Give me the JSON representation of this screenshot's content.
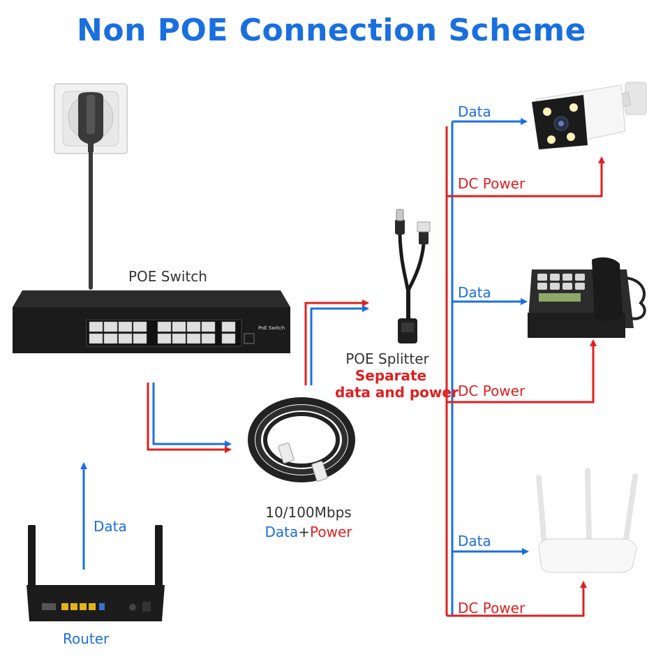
{
  "title": "Non POE Connection Scheme",
  "labels": {
    "poe_switch": "POE Switch",
    "switch_badge": "PoE Switch",
    "poe_splitter": "POE Splitter",
    "splitter_note_line1": "Separate",
    "splitter_note_line2": "data and power",
    "cable_speed": "10/100Mbps",
    "cable_data": "Data",
    "cable_plus": "+",
    "cable_power": "Power",
    "router_data": "Data",
    "router": "Router",
    "camera_data": "Data",
    "camera_power": "DC Power",
    "phone_data": "Data",
    "phone_power": "DC Power",
    "ap_data": "Data",
    "ap_power": "DC Power"
  },
  "colors": {
    "data": "#1a6fe0",
    "power": "#e01f1f",
    "title": "#1a6fe0",
    "text": "#333333"
  }
}
